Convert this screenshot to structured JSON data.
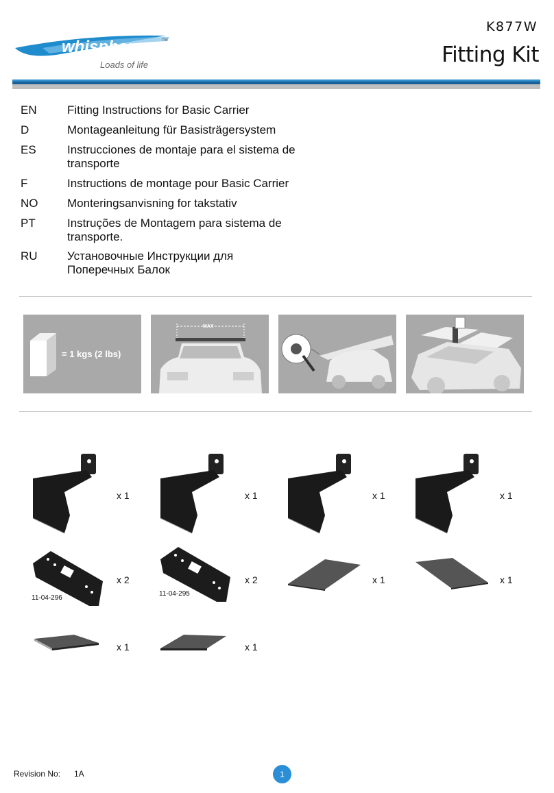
{
  "header": {
    "brand_tagline": "Loads of life",
    "product_code": "K877W",
    "title": "Fitting Kit",
    "brand_color": "#1f8ccd",
    "band_color": "#2f8fcf"
  },
  "languages": [
    {
      "code": "EN",
      "text": "Fitting Instructions for Basic Carrier"
    },
    {
      "code": "D",
      "text": "Montageanleitung für Basisträgersystem"
    },
    {
      "code": "ES",
      "text": "Instrucciones de montaje para el sistema de transporte"
    },
    {
      "code": "F",
      "text": "Instructions de montage pour Basic Carrier"
    },
    {
      "code": "NO",
      "text": "Monteringsanvisning for takstativ"
    },
    {
      "code": "PT",
      "text": "Instruções de Montagem para sistema de transporte."
    },
    {
      "code": "RU",
      "text": "Установочные Инструкции для Поперечных Балок"
    }
  ],
  "info_panels": {
    "weight_label": "= 1 kgs (2 lbs)",
    "max_label": "MAX"
  },
  "parts": {
    "brackets": [
      {
        "qty": "x 1"
      },
      {
        "qty": "x 1"
      },
      {
        "qty": "x 1"
      },
      {
        "qty": "x 1"
      }
    ],
    "feet": [
      {
        "part_no": "11-04-296",
        "qty": "x 2"
      },
      {
        "part_no": "11-04-295",
        "qty": "x 2"
      }
    ],
    "pads_row2": [
      {
        "qty": "x 1"
      },
      {
        "qty": "x 1"
      }
    ],
    "pads_row3": [
      {
        "qty": "x 1"
      },
      {
        "qty": "x 1"
      }
    ]
  },
  "footer": {
    "revision_label": "Revision No:",
    "revision_value": "1A",
    "page_number": "1"
  }
}
